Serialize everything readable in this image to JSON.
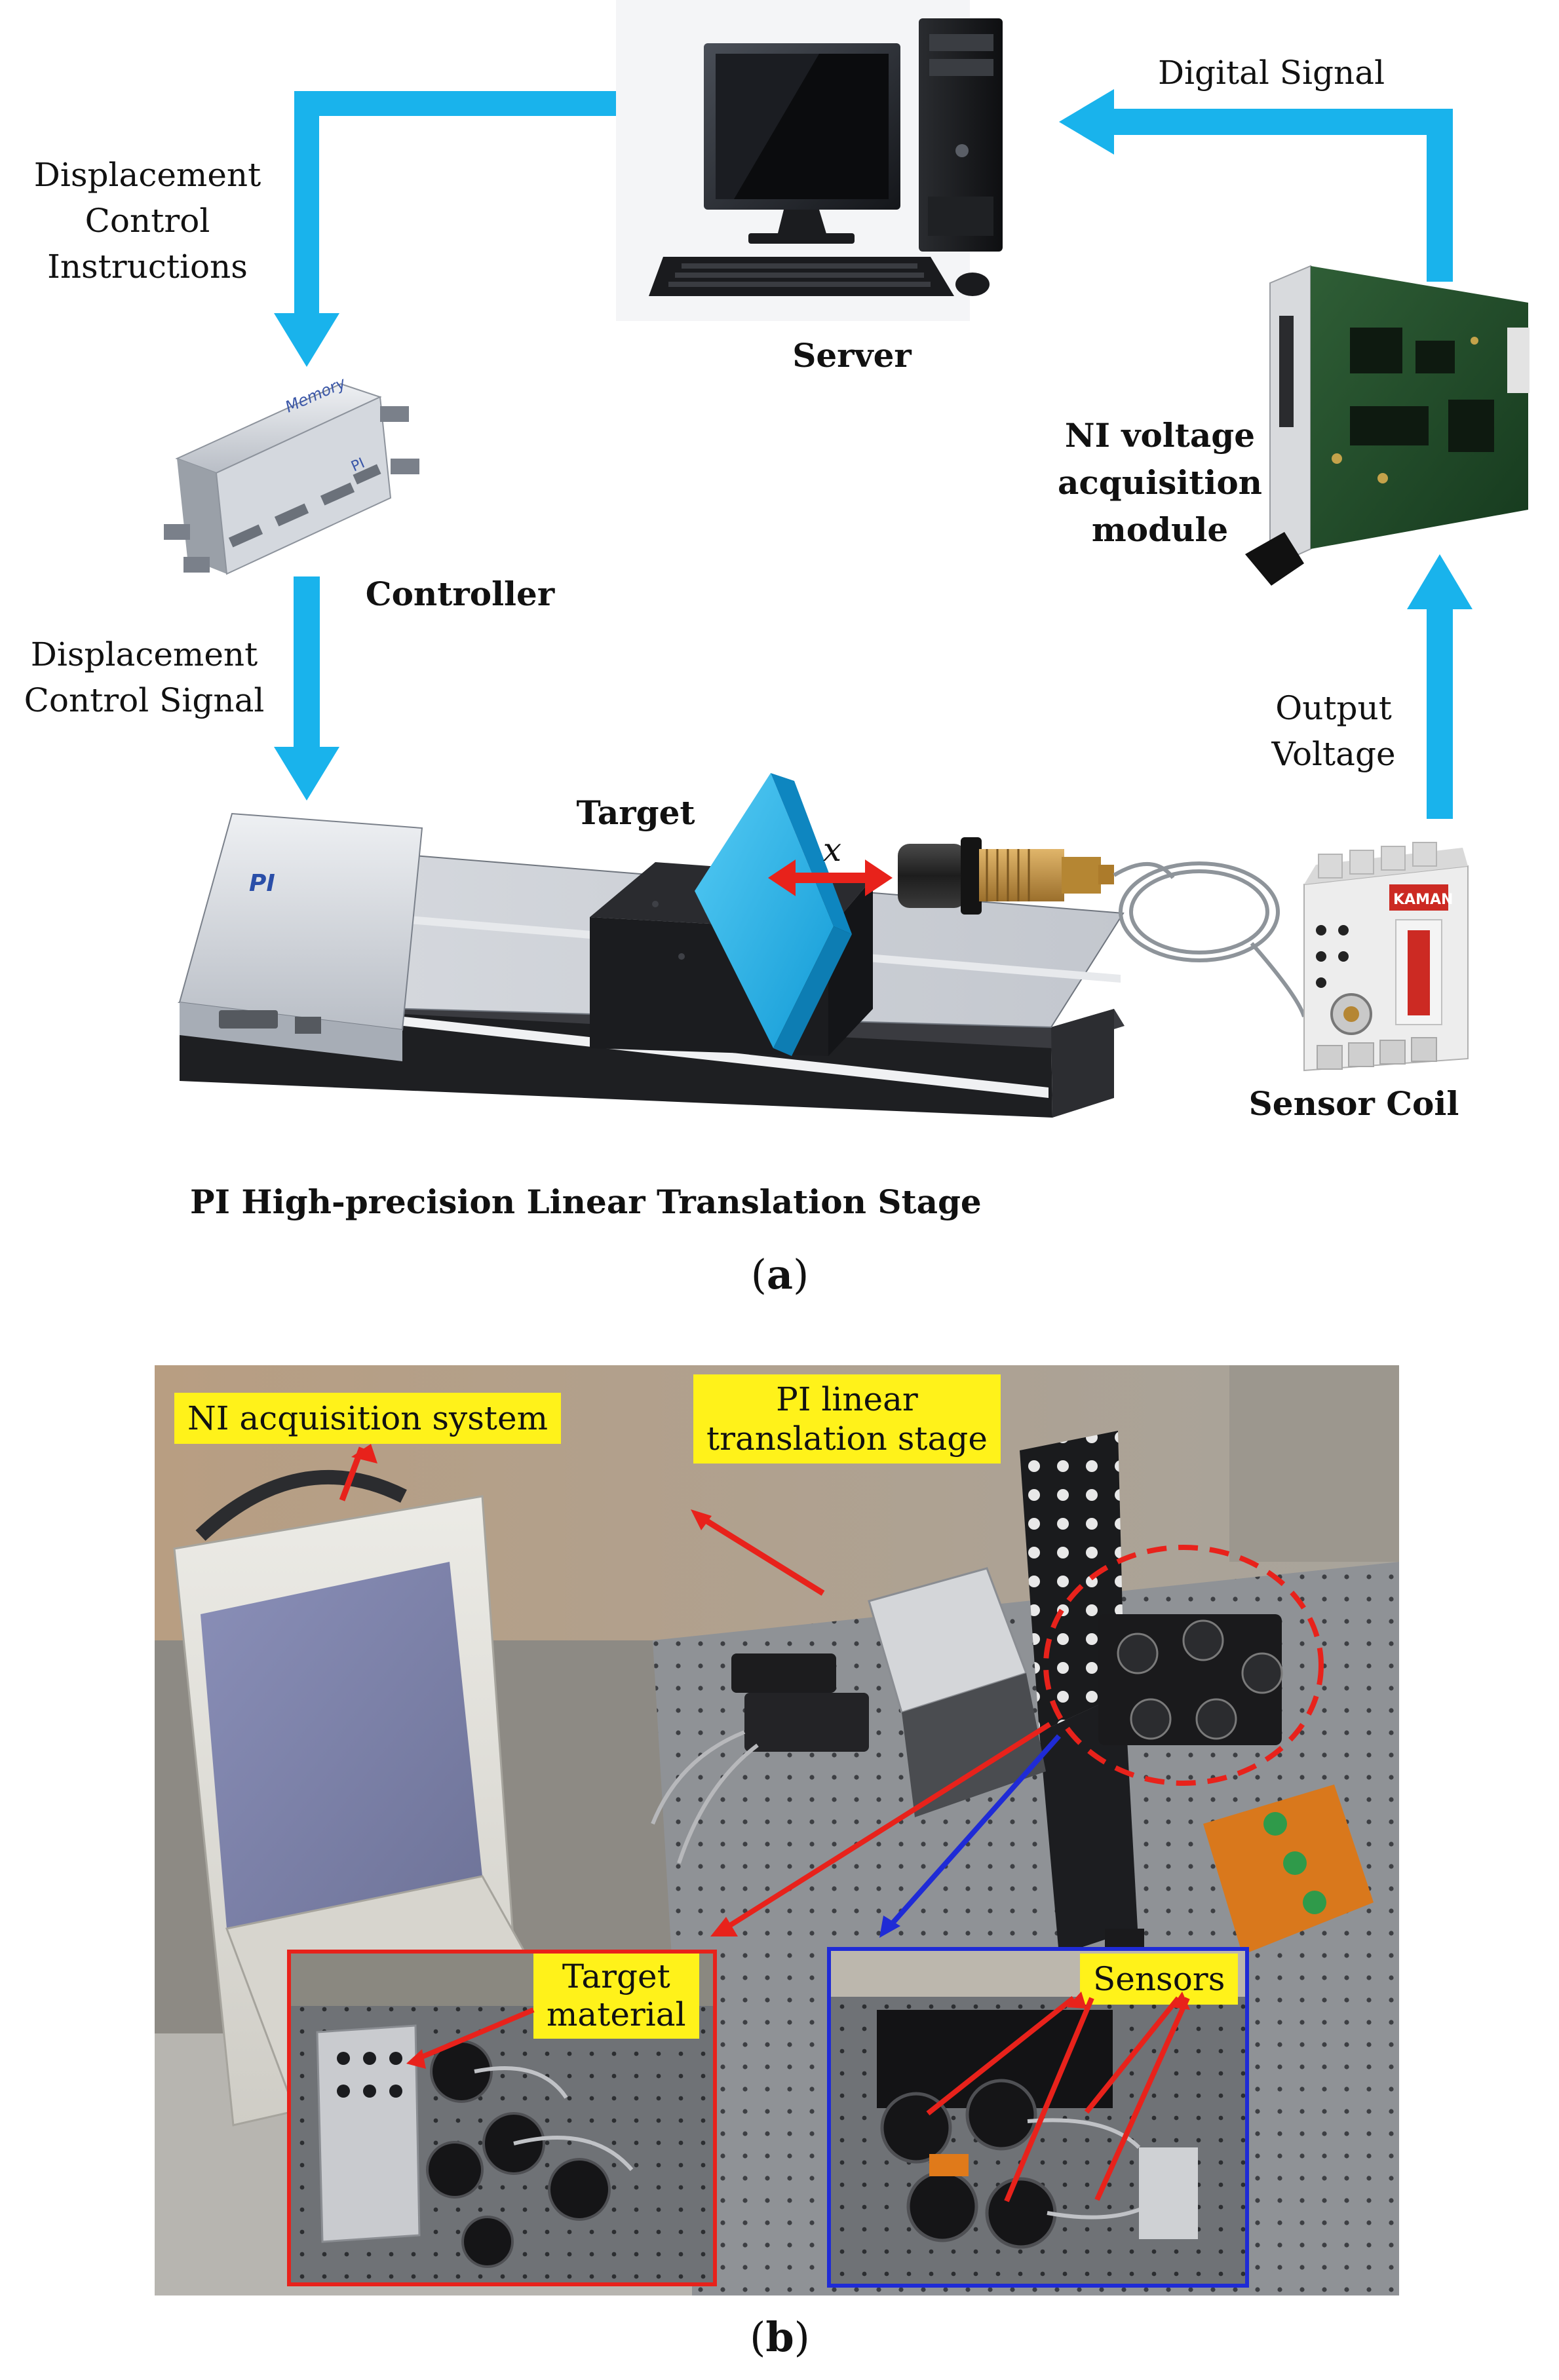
{
  "panel_a": {
    "caption_letter": "a",
    "server_label": "Server",
    "controller_label": "Controller",
    "ni_module_label_lines": [
      "NI voltage",
      "acquisition",
      "module"
    ],
    "target_label": "Target",
    "x_symbol": "x",
    "sensor_coil_label": "Sensor Coil",
    "stage_label": "PI High-precision Linear Translation Stage",
    "displacement_instructions_lines": [
      "Displacement",
      "Control",
      "Instructions"
    ],
    "displacement_signal_lines": [
      "Displacement",
      "Control Signal"
    ],
    "digital_signal_label": "Digital Signal",
    "output_voltage_lines": [
      "Output",
      "Voltage"
    ],
    "controller_brand_text": "Memory",
    "controller_logo_text": "PI",
    "stage_logo_text": "PI",
    "sensor_brand_text": "KAMAN",
    "arrow_color": "#19b3ec",
    "pointer_color": "#e8221b"
  },
  "panel_b": {
    "caption_letter": "b",
    "callout_ni": "NI acquisition system",
    "callout_pi_lines": [
      "PI linear",
      "translation stage"
    ],
    "callout_target_lines": [
      "Target",
      "material"
    ],
    "callout_sensors": "Sensors",
    "callout_color": "#fff21a",
    "red_pointer_color": "#e8221b",
    "blue_pointer_color": "#1f2bd6"
  }
}
